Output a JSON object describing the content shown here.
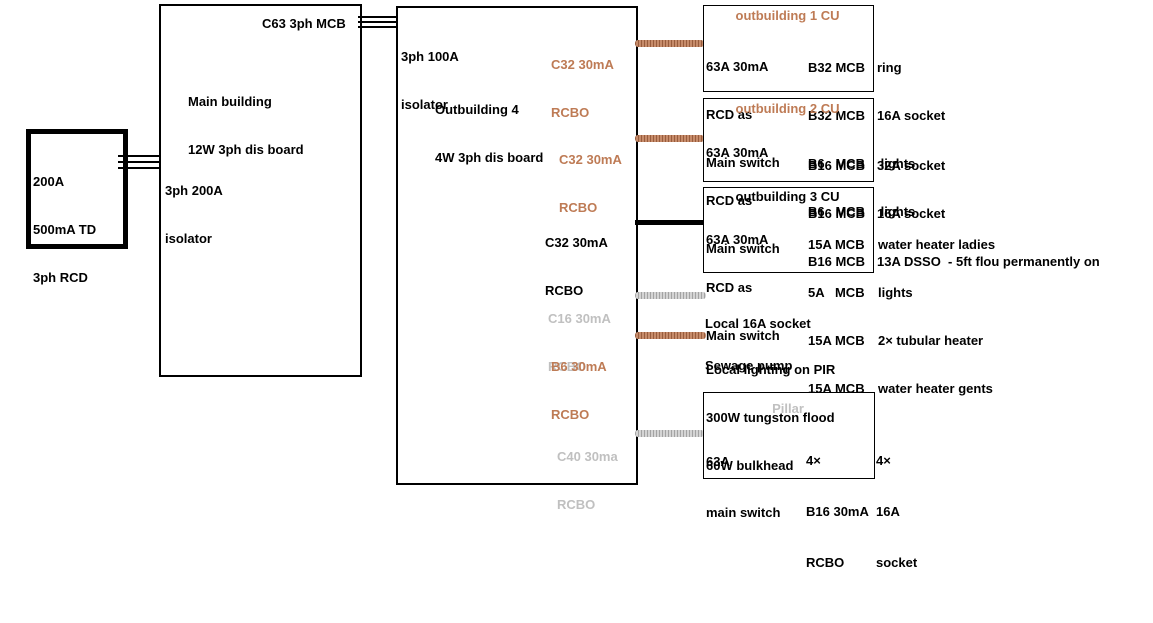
{
  "colors": {
    "orange_accent": "#be7b55",
    "gray_accent": "#c0c0c0",
    "line_black": "#000000",
    "background": "#ffffff"
  },
  "incomer": {
    "line1": "200A",
    "line2": "500mA TD",
    "line3": "3ph RCD"
  },
  "supply_isolator": {
    "line1": "3ph 200A",
    "line2": "isolator"
  },
  "main_building": {
    "title_line1": "Main building",
    "title_line2": "12W 3ph dis board",
    "mcb_label": "C63 3ph MCB"
  },
  "outbuilding4": {
    "isolator_line1": "3ph 100A",
    "isolator_line2": "isolator",
    "title_line1": "Outbuilding 4",
    "title_line2": "4W 3ph dis board"
  },
  "feeders": [
    {
      "device": "C32 30mA",
      "kind": "RCBO",
      "color": "orange"
    },
    {
      "device": "C32 30mA",
      "kind": "RCBO",
      "color": "orange"
    },
    {
      "device": "C32 30mA",
      "kind": "RCBO",
      "color": "black"
    },
    {
      "device": "C16 30mA",
      "kind": "RCBO",
      "color": "gray"
    },
    {
      "device": "B6 30mA",
      "kind": "RCBO",
      "color": "orange"
    },
    {
      "device": "C40 30ma",
      "kind": "RCBO",
      "color": "gray"
    }
  ],
  "consumer_units": [
    {
      "title": "outbuilding 1 CU",
      "main_line1": "63A 30mA",
      "main_line2": "RCD as",
      "main_line3": "Main switch",
      "mcbs": [
        "B32 MCB",
        "B32 MCB",
        "B6   MCB",
        "B6   MCB"
      ],
      "loads": [
        "ring",
        "16A socket",
        " lights",
        " lights"
      ]
    },
    {
      "title": "outbuilding 2 CU",
      "main_line1": "63A 30mA",
      "main_line2": "RCD as",
      "main_line3": "Main switch",
      "mcbs": [
        "B16 MCB",
        "B16 MCB",
        "B16 MCB"
      ],
      "loads": [
        "32A socket",
        "16A socket",
        "13A DSSO  - 5ft flou permanently on"
      ]
    },
    {
      "title": "outbuilding 3 CU",
      "main_line1": "63A 30mA",
      "main_line2": "RCD as",
      "main_line3": "Main switch",
      "mcbs": [
        "15A MCB",
        "5A   MCB",
        "15A MCB",
        "15A MCB"
      ],
      "loads": [
        "water heater ladies",
        "lights",
        "2× tubular heater",
        "water heater gents"
      ]
    }
  ],
  "local_circuits": [
    {
      "line1": "Local 16A socket",
      "line2": "Sewage pump"
    },
    {
      "line1": "Local lighting on PIR",
      "line2": "300W tungston flood",
      "line3": "60W bulkhead"
    }
  ],
  "pillar": {
    "title": "Pillar",
    "main_line1": "63A",
    "main_line2": "main switch",
    "rcbo_line1": "4×",
    "rcbo_line2": "B16 30mA",
    "rcbo_line3": "RCBO",
    "load_line1": "4×",
    "load_line2": "16A",
    "load_line3": "socket"
  }
}
